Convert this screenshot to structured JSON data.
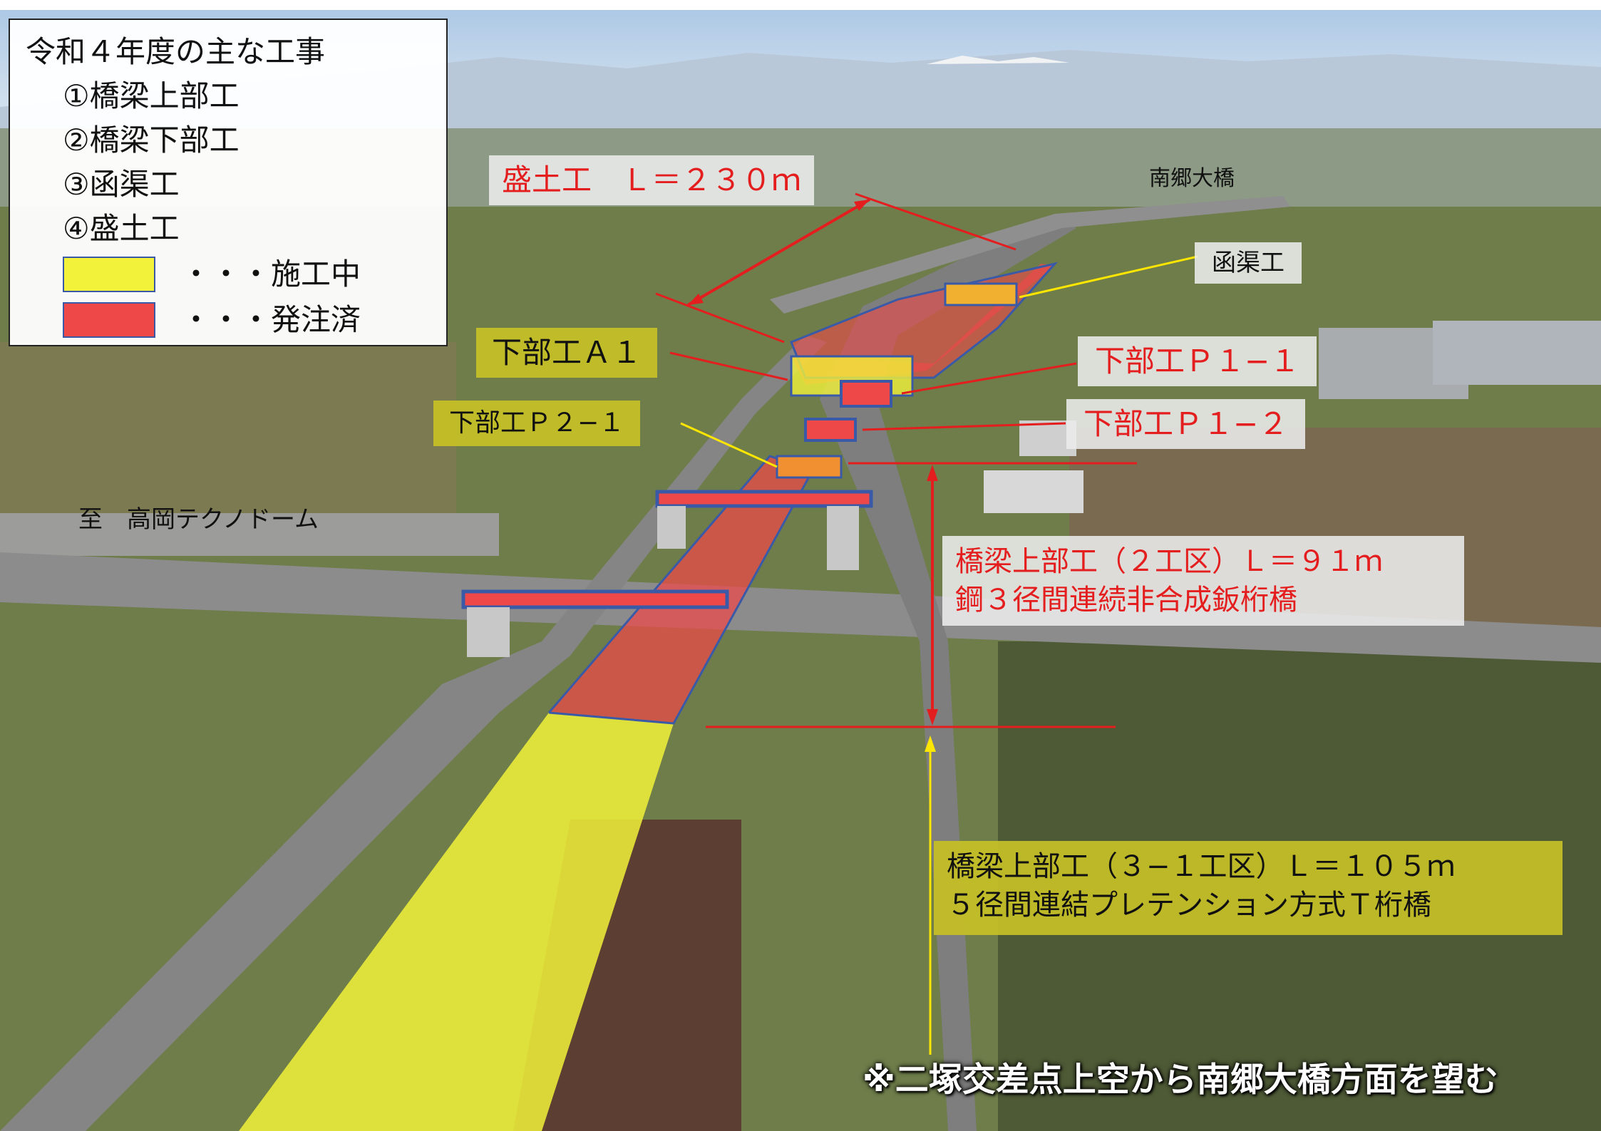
{
  "legend": {
    "title": "令和４年度の主な工事",
    "items": [
      "①橋梁上部工",
      "②橋梁下部工",
      "③函渠工",
      "④盛土工"
    ],
    "in_progress": "・・・施工中",
    "ordered": "・・・発注済"
  },
  "labels": {
    "embankment": "盛土工　Ｌ＝２３０ｍ",
    "bridge_name": "南郷大橋",
    "culvert": "函渠工",
    "sub_a1": "下部工Ａ１",
    "sub_p1_1": "下部工Ｐ１−１",
    "sub_p1_2": "下部工Ｐ１−２",
    "sub_p2_1": "下部工Ｐ２−１",
    "destination": "至　高岡テクノドーム",
    "super2_line1": "橋梁上部工（２工区）Ｌ＝９１ｍ",
    "super2_line2": "鋼３径間連続非合成鈑桁橋",
    "super3_line1": "橋梁上部工（３−１工区）Ｌ＝１０５ｍ",
    "super3_line2": "５径間連結プレテンション方式Ｔ桁橋",
    "caption": "※二塚交差点上空から南郷大橋方面を望む"
  },
  "colors": {
    "in_progress": "#f2f23a",
    "ordered": "#ef4848",
    "red_text": "#e41e1e",
    "olive_box": "#c6c026",
    "gray_box": "#ececec",
    "outline_blue": "#3a5aa8"
  }
}
